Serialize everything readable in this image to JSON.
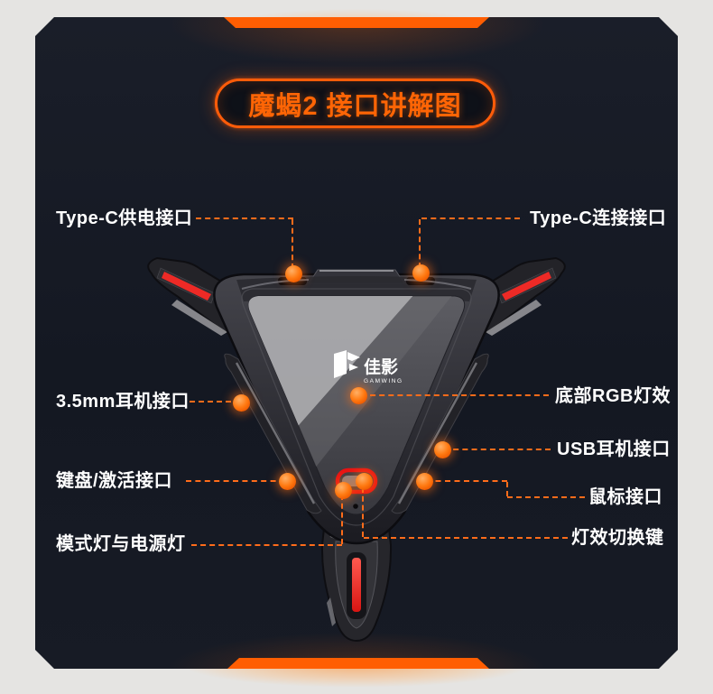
{
  "title": {
    "text": "魔蝎2 接口讲解图"
  },
  "brand": {
    "name": "佳影",
    "subname": "GAMWING"
  },
  "callouts": [
    {
      "id": "typec-power",
      "text": "Type-C供电接口",
      "side": "left"
    },
    {
      "id": "typec-connect",
      "text": "Type-C连接接口",
      "side": "right"
    },
    {
      "id": "audio-35mm",
      "text": "3.5mm耳机接口",
      "side": "left"
    },
    {
      "id": "bottom-rgb",
      "text": "底部RGB灯效",
      "side": "right"
    },
    {
      "id": "usb-headset",
      "text": "USB耳机接口",
      "side": "right"
    },
    {
      "id": "keyboard-activate",
      "text": "键盘/激活接口",
      "side": "left"
    },
    {
      "id": "mouse-port",
      "text": "鼠标接口",
      "side": "right"
    },
    {
      "id": "mode-power-light",
      "text": "模式灯与电源灯",
      "side": "left"
    },
    {
      "id": "light-switch-key",
      "text": "灯效切换键",
      "side": "right"
    }
  ],
  "colors": {
    "accent_orange": "#ff5e02",
    "connector_orange": "#ff6c1a",
    "panel_dark": "#171b25",
    "page_light": "#e5e4e2",
    "label_white": "#ffffff",
    "highlight_red": "#e81414",
    "device_red": "#ed2a26"
  }
}
